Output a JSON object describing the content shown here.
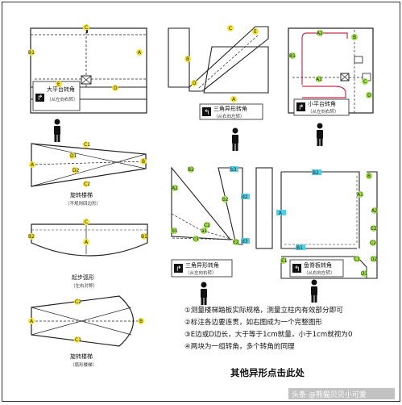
{
  "colors": {
    "line": "#222222",
    "yellow": "#f3e43a",
    "green": "#9fe04a",
    "cyan": "#4fd0e8",
    "red": "#c8304a",
    "ink": "#111111"
  },
  "panels": {
    "large_platform": {
      "caption_main": "大平台转角",
      "caption_sub": "（从左向右转）",
      "labels": {
        "c": "C",
        "b1": "B1",
        "a": "A",
        "e": "E",
        "d": "D"
      }
    },
    "triangle_top": {
      "caption_main": "三角异形转角",
      "caption_sub": "（从右向左转）",
      "labels": {
        "c": "C",
        "e": "E",
        "b": "B",
        "a": "A",
        "d": "D"
      }
    },
    "small_platform": {
      "caption_main": "小平台转角",
      "caption_sub": "（从左向右转）",
      "labels": {
        "a2": "A2",
        "b1": "B1",
        "a1": "A1",
        "b": "B",
        "c": "C",
        "d": "D"
      }
    },
    "spiral_quad": {
      "caption_main": "旋转楼梯",
      "caption_sub": "（不规则四边形）",
      "labels": {
        "c1": "C1",
        "d1": "D1",
        "d2": "D2",
        "a": "A",
        "b": "B",
        "c2": "C2"
      }
    },
    "arc_start": {
      "caption_main": "起步弧形",
      "caption_sub": "（左右对称）",
      "labels": {
        "c": "C",
        "b2": "B2",
        "b1": "B1",
        "a": "A"
      }
    },
    "spiral_fan": {
      "caption_main": "旋转楼梯",
      "caption_sub": "（扇形楼梯）",
      "labels": {
        "c2": "C2",
        "c1": "C1",
        "a": "A",
        "b": "B"
      }
    },
    "triangle_mid": {
      "caption_main": "三角异形转角",
      "caption_sub": "（从左向右转）",
      "labels": {
        "b2": "B2",
        "b3": "b3",
        "a2": "A2",
        "b2s": "b2",
        "c2": "C2",
        "a1": "a1",
        "c1": "c1",
        "b1": "b1",
        "e2": "E2",
        "d3": "d3",
        "d2": "d2"
      }
    },
    "fish_spine": {
      "caption_main": "鱼脊板转角",
      "caption_sub": "（从右向左转）",
      "labels": {
        "b2": "B2",
        "b1": "B1",
        "a": "A",
        "b": "B",
        "a2": "A2",
        "a1": "A1",
        "c1": "C1",
        "c2": "C2",
        "d1": "D1",
        "d2": "D2",
        "e1": "E1",
        "e2": "E2"
      }
    }
  },
  "notes": [
    {
      "num": "①",
      "text": "测量楼梯踏板实际规格，测量立柱内有效部分即可"
    },
    {
      "num": "②",
      "text": "标注各边要连贯，如右图成为一个完整图形"
    },
    {
      "num": "③",
      "text": "E边或D边长，大于等于1cm就量，小于1cm就视为0"
    },
    {
      "num": "④",
      "text": "两块为一组转角，多个转角的同理"
    }
  ],
  "footer": {
    "title": "其他异形点击此处",
    "watermark": "头条 @熊猫贝贝小可爱"
  }
}
